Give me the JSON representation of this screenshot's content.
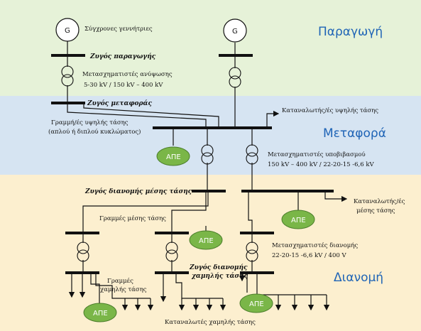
{
  "sections": {
    "generation": "Παραγωγή",
    "transmission": "Μεταφορά",
    "distribution": "Διανομή"
  },
  "colors": {
    "generation_band": "#e6f2d8",
    "transmission_band": "#d6e4f2",
    "distribution_band": "#fcefcf",
    "ape_fill": "#7ab648",
    "section_title": "#1f64b6"
  },
  "generator_symbol": "G",
  "labels": {
    "generators": "Σύγχρονες γεννήτριες",
    "gen_bus": "Ζυγός παραγωγής",
    "stepup_tr_1": "Μετασχηματιστές ανύψωσης",
    "stepup_tr_2": "5-30 kV  / 150 kV – 400 kV",
    "trans_bus": "Ζυγός μεταφοράς",
    "hv_line_1": "Γραμμή/ές υψηλής τάσης",
    "hv_line_2": "(απλού ή διπλού κυκλώματος)",
    "hv_consumers": "Καταναλωτής/ές υψηλής τάσης",
    "stepdown_tr_1": "Μετασχηματιστές υποβιβασμού",
    "stepdown_tr_2": "150 kV – 400 kV / 22-20-15 -6,6 kV",
    "mv_bus": "Ζυγός διανομής  μέσης τάσης",
    "mv_consumers_1": "Καταναλωτής/ές",
    "mv_consumers_2": "μέσης τάσης",
    "mv_lines": "Γραμμές μέσης τάσης",
    "dist_tr_1": "Μετασχηματιστές διανομής",
    "dist_tr_2": "22-20-15 -6,6 kV / 400 V",
    "lv_bus_1": "Ζυγός διανομής",
    "lv_bus_2": "χαμηλής τάσης",
    "lv_lines_1": "Γραμμές",
    "lv_lines_2": "χαμηλής τάσης",
    "lv_consumers": "Καταναλωτές χαμηλής τάσης",
    "ape": "ΑΠΕ"
  }
}
